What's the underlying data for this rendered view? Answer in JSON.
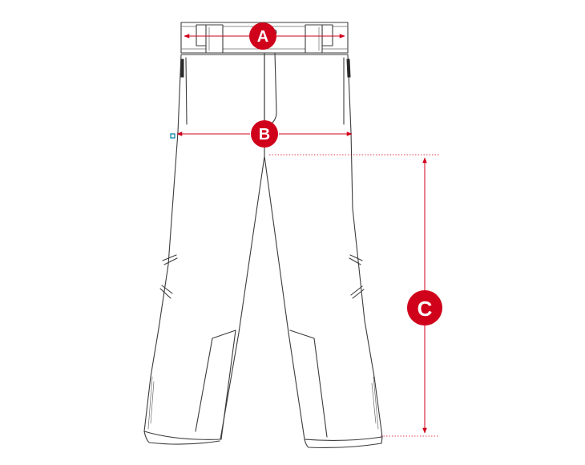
{
  "colors": {
    "accent": "#d0021b",
    "line": "#3c3c3c",
    "tag": "#1a8fb0"
  },
  "measurements": [
    {
      "id": "A",
      "label": "A"
    },
    {
      "id": "B",
      "label": "B"
    },
    {
      "id": "C",
      "label": "C"
    }
  ]
}
